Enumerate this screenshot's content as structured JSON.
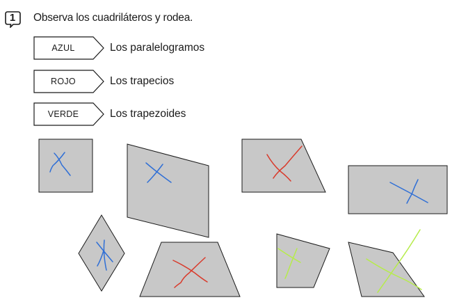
{
  "exercise": {
    "number": "1",
    "instruction": "Observa los cuadriláteros y rodea."
  },
  "legend": [
    {
      "tag": "AZUL",
      "text": "Los paralelogramos",
      "color": "#2f6fd6"
    },
    {
      "tag": "ROJO",
      "text": "Los trapecios",
      "color": "#d93a2b"
    },
    {
      "tag": "VERDE",
      "text": "Los trapezoides",
      "color": "#b6ec4a"
    }
  ],
  "colors": {
    "shape_fill": "#c8c8c8",
    "shape_stroke": "#1a1a1a"
  }
}
